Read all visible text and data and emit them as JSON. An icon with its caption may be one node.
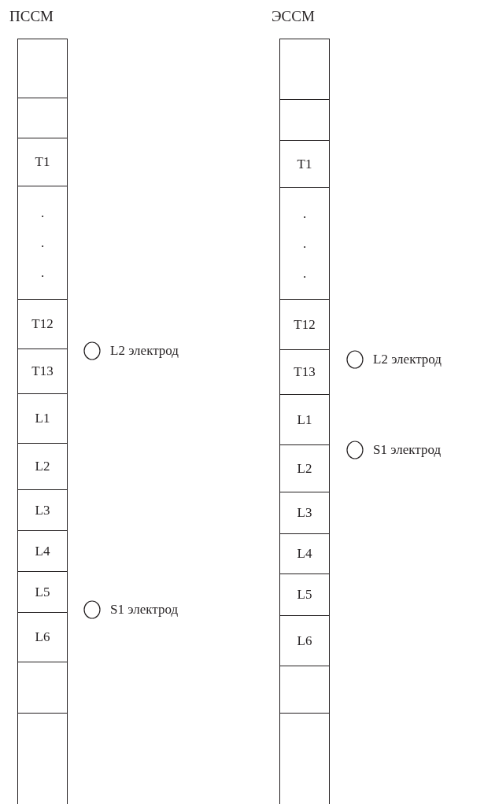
{
  "diagram": {
    "nodes": [
      {
        "text": [],
        "shape": "box"
      },
      {
        "text": [],
        "shape": "box"
      },
      {
        "text": [
          "T1"
        ]
      },
      {
        "text": [
          ". . ."
        ]
      },
      {
        "text": [
          "T12"
        ]
      },
      {
        "text": [
          "T13"
        ]
      },
      {
        "text": [
          "L1"
        ]
      },
      {
        "text": [
          "L2"
        ]
      },
      {
        "text": [
          "L3"
        ]
      },
      {
        "text": [
          "L4"
        ]
      },
      {
        "text": [
          "L5"
        ]
      },
      {
        "text": [
          "L6"
        ]
      },
      {
        "text": [],
        "shape": "box"
      },
      {
        "text": [],
        "shape": "box"
      },
      {
        "text": [],
        "shape": "circle",
        "beside": [
          "L2 электрод"
        ]
      },
      {
        "text": [],
        "shape": "circle",
        "beside": [
          "S1 электрод"
        ]
      },
      {
        "text": [],
        "shape": "box"
      },
      {
        "text": [],
        "shape": "box"
      },
      {
        "text": [
          "T1"
        ]
      },
      {
        "text": [
          ". . ."
        ]
      },
      {
        "text": [
          "T12"
        ]
      },
      {
        "text": [
          "T13"
        ]
      },
      {
        "text": [
          "L1"
        ]
      },
      {
        "text": [
          "L2"
        ]
      },
      {
        "text": [
          "L3"
        ]
      },
      {
        "text": [
          "L4"
        ]
      },
      {
        "text": [
          "L5"
        ]
      },
      {
        "text": [
          "L6"
        ]
      },
      {
        "text": [],
        "shape": "box"
      },
      {
        "text": [],
        "shape": "box"
      },
      {
        "text": [],
        "shape": "circle",
        "beside": [
          "L2 электрод"
        ]
      },
      {
        "text": [],
        "shape": "circle",
        "beside": [
          "S1 электрод"
        ]
      }
    ],
    "labels": [
      "ПССМ",
      "ЭССМ"
    ]
  }
}
